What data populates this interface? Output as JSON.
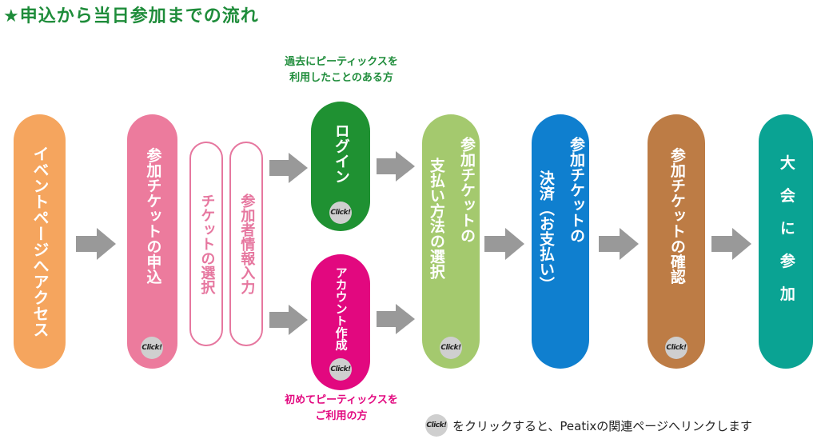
{
  "title": "★申込から当日参加までの流れ",
  "click_label": "Click!",
  "colors": {
    "orange": "#f5a55e",
    "pink": "#ec7b9d",
    "green": "#1f9132",
    "magenta": "#e2087f",
    "lightgreen": "#a4c96e",
    "blue": "#0f7fcf",
    "brown": "#bd7c45",
    "teal": "#0aa393",
    "arrow": "#999999"
  },
  "steps": {
    "event_page": "イベントページへアクセス",
    "apply": "参加チケットの申込",
    "select_ticket": "チケットの選択",
    "enter_info": "参加者情報入力",
    "login": "ログイン",
    "create_account": "アカウント作成",
    "payment_method_col1": "参加チケットの",
    "payment_method_col2": "支払い方法の選択",
    "settle_col1": "参加チケットの",
    "settle_col2": "決済（お支払い）",
    "confirm": "参加チケットの確認",
    "attend": "大会に参加"
  },
  "notes": {
    "returning_users": "過去にピーティックスを\n利用したことのある方",
    "first_time": "初めてピーティックスを\nご利用の方"
  },
  "legend_text": "をクリックすると、Peatixの関連ページへリンクします"
}
